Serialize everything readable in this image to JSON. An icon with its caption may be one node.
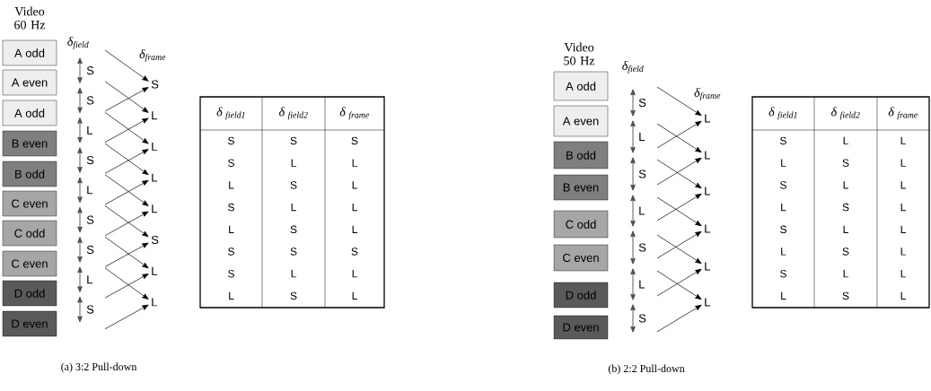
{
  "diagram": {
    "nodes": [
      {
        "text": [
          "A odd"
        ]
      },
      {
        "text": [
          "A even"
        ]
      },
      {
        "text": [
          "A odd"
        ]
      },
      {
        "text": [
          "B even"
        ]
      },
      {
        "text": [
          "B odd"
        ]
      },
      {
        "text": [
          "C even"
        ]
      },
      {
        "text": [
          "C odd"
        ]
      },
      {
        "text": [
          "C even"
        ]
      },
      {
        "text": [
          "D odd"
        ]
      },
      {
        "text": [
          "D even"
        ]
      },
      {
        "text": [
          "S"
        ]
      },
      {
        "text": [
          "L"
        ]
      },
      {
        "text": [
          "L"
        ]
      },
      {
        "text": [
          "L"
        ]
      },
      {
        "text": [
          "L"
        ]
      },
      {
        "text": [
          "S"
        ]
      },
      {
        "text": [
          "L"
        ]
      },
      {
        "text": [
          "L"
        ]
      },
      {
        "text": [
          "A odd"
        ]
      },
      {
        "text": [
          "A even"
        ]
      },
      {
        "text": [
          "B odd"
        ]
      },
      {
        "text": [
          "B even"
        ]
      },
      {
        "text": [
          "C odd"
        ]
      },
      {
        "text": [
          "C even"
        ]
      },
      {
        "text": [
          "D odd"
        ]
      },
      {
        "text": [
          "D even"
        ]
      },
      {
        "text": [
          "L"
        ]
      },
      {
        "text": [
          "L"
        ]
      },
      {
        "text": [
          "L"
        ]
      },
      {
        "text": [
          "L"
        ]
      },
      {
        "text": [
          "L"
        ]
      },
      {
        "text": [
          "L"
        ]
      }
    ],
    "edges": [
      {
        "from": null,
        "to": 10,
        "arrow": "to"
      },
      {
        "from": null,
        "to": 10,
        "arrow": "to"
      },
      {
        "from": null,
        "to": 11,
        "arrow": "to"
      },
      {
        "from": null,
        "to": 11,
        "arrow": "to"
      },
      {
        "from": null,
        "to": 12,
        "arrow": "to"
      },
      {
        "from": null,
        "to": 12,
        "arrow": "to"
      },
      {
        "from": null,
        "to": 13,
        "arrow": "to"
      },
      {
        "from": null,
        "to": 13,
        "arrow": "to"
      },
      {
        "from": null,
        "to": 14,
        "arrow": "to"
      },
      {
        "from": null,
        "to": 14,
        "arrow": "to"
      },
      {
        "from": null,
        "to": 15,
        "arrow": "to"
      },
      {
        "from": null,
        "to": 15,
        "arrow": "to"
      },
      {
        "from": null,
        "to": 16,
        "arrow": "to"
      },
      {
        "from": null,
        "to": 16,
        "arrow": "to"
      },
      {
        "from": null,
        "to": 17,
        "arrow": "to"
      },
      {
        "from": null,
        "to": 17,
        "arrow": "to"
      },
      {
        "from": null,
        "to": 26,
        "arrow": "to"
      },
      {
        "from": null,
        "to": 26,
        "arrow": "to"
      },
      {
        "from": null,
        "to": 27,
        "arrow": "to"
      },
      {
        "from": null,
        "to": 27,
        "arrow": "to"
      },
      {
        "from": null,
        "to": 28,
        "arrow": "to"
      },
      {
        "from": null,
        "to": 28,
        "arrow": "to"
      },
      {
        "from": null,
        "to": 29,
        "arrow": "to"
      },
      {
        "from": null,
        "to": 29,
        "arrow": "to"
      },
      {
        "from": null,
        "to": 30,
        "arrow": "to"
      },
      {
        "from": null,
        "to": 30,
        "arrow": "to"
      },
      {
        "from": null,
        "to": 31,
        "arrow": "to"
      },
      {
        "from": null,
        "to": 31,
        "arrow": "to"
      }
    ],
    "labels": [
      "Video 60 Hz",
      "δ$_{field}$",
      "δ$_{frame}$",
      "S",
      "S",
      "L",
      "S",
      "L",
      "S",
      "S",
      "L",
      "S",
      "δ $_{field1}$",
      "δ $_{field2}$",
      "δ $_{frame}$",
      "S",
      "S",
      "S",
      "S",
      "L",
      "L",
      "L",
      "S",
      "L",
      "S",
      "L",
      "L",
      "L",
      "S",
      "L",
      "S",
      "S",
      "S",
      "S",
      "L",
      "L",
      "L",
      "S",
      "L",
      "(a) 3:2 Pull-down",
      "Video 50 Hz",
      "δ$_{field}$",
      "δ$_{frame}$",
      "S",
      "L",
      "S",
      "L",
      "S",
      "L",
      "S",
      "δ $_{field1}$",
      "δ $_{field2}$",
      "δ $_{frame}$",
      "S",
      "L",
      "L",
      "L",
      "S",
      "L",
      "S",
      "L",
      "L",
      "L",
      "S",
      "L",
      "S",
      "L",
      "L",
      "L",
      "S",
      "L",
      "S",
      "L",
      "L",
      "L",
      "S",
      "L",
      "(b) 2:2 Pull-down"
    ]
  }
}
